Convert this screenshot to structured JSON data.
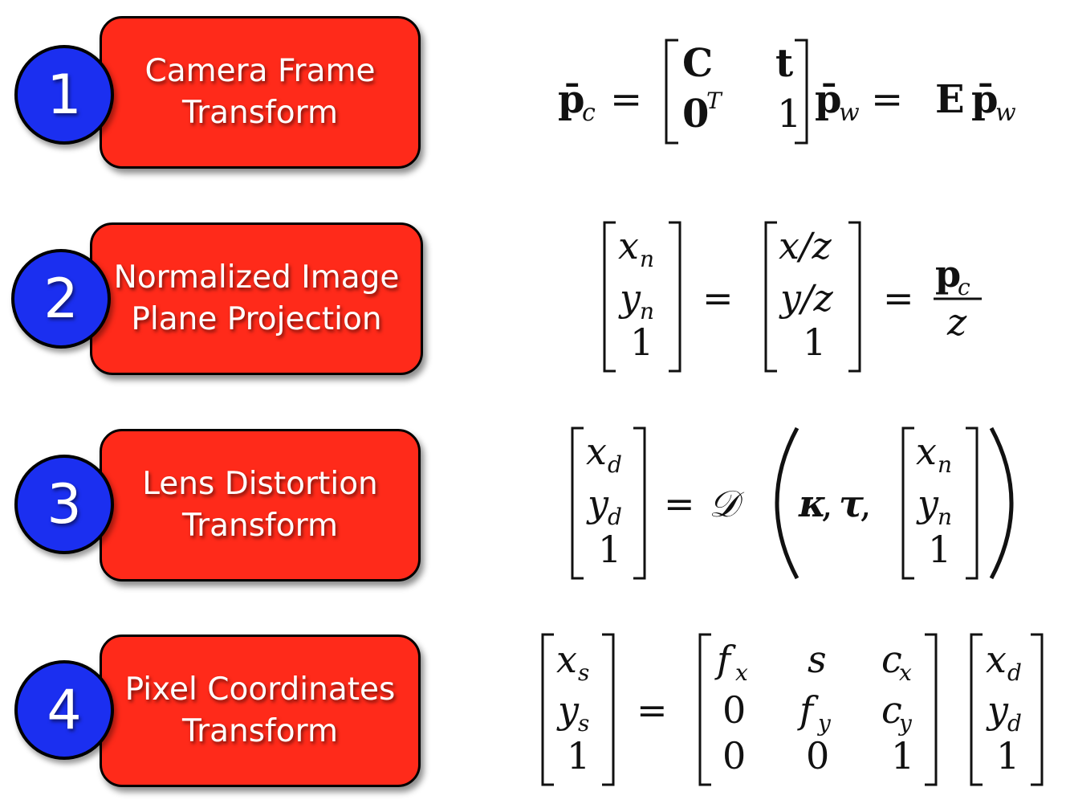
{
  "steps": [
    {
      "number": "1",
      "title_line1": "Camera Frame",
      "title_line2": "Transform"
    },
    {
      "number": "2",
      "title_line1": "Normalized Image",
      "title_line2": "Plane Projection"
    },
    {
      "number": "3",
      "title_line1": "Lens Distortion",
      "title_line2": "Transform"
    },
    {
      "number": "4",
      "title_line1": "Pixel Coordinates",
      "title_line2": "Transform"
    }
  ],
  "equations": {
    "eq1": {
      "lhs": "p̄",
      "lhs_sub": "c",
      "m11": "C",
      "m12": "t",
      "m21": "0",
      "m21_sup": "T",
      "m22": "1",
      "rhs_p": "p̄",
      "rhs_sub": "w",
      "E": "E",
      "rhs2_p": "p̄",
      "rhs2_sub": "w",
      "eq": "="
    },
    "eq2": {
      "v1": [
        "x",
        "y",
        "1"
      ],
      "v1_sub": [
        "n",
        "n",
        ""
      ],
      "v2": [
        "x/z",
        "y/z",
        "1"
      ],
      "frac_num": "p",
      "frac_num_sub": "c",
      "frac_den": "z",
      "eq": "="
    },
    "eq3": {
      "v1": [
        "x",
        "y",
        "1"
      ],
      "v1_sub": [
        "d",
        "d",
        ""
      ],
      "D": "𝒟",
      "kappa": "κ",
      "tau": "τ",
      "comma": ",",
      "v2": [
        "x",
        "y",
        "1"
      ],
      "v2_sub": [
        "n",
        "n",
        ""
      ],
      "eq": "="
    },
    "eq4": {
      "v1": [
        "x",
        "y",
        "1"
      ],
      "v1_sub": [
        "s",
        "s",
        ""
      ],
      "K": [
        [
          "f",
          "s",
          "c"
        ],
        [
          "0",
          "f",
          "c"
        ],
        [
          "0",
          "0",
          "1"
        ]
      ],
      "K_sub": [
        [
          "x",
          "",
          "x"
        ],
        [
          "",
          "y",
          "y"
        ],
        [
          "",
          "",
          ""
        ]
      ],
      "v2": [
        "x",
        "y",
        "1"
      ],
      "v2_sub": [
        "d",
        "d",
        ""
      ],
      "eq": "="
    }
  },
  "colors": {
    "box": "#ff2a1a",
    "circle": "#1b2ff0"
  }
}
